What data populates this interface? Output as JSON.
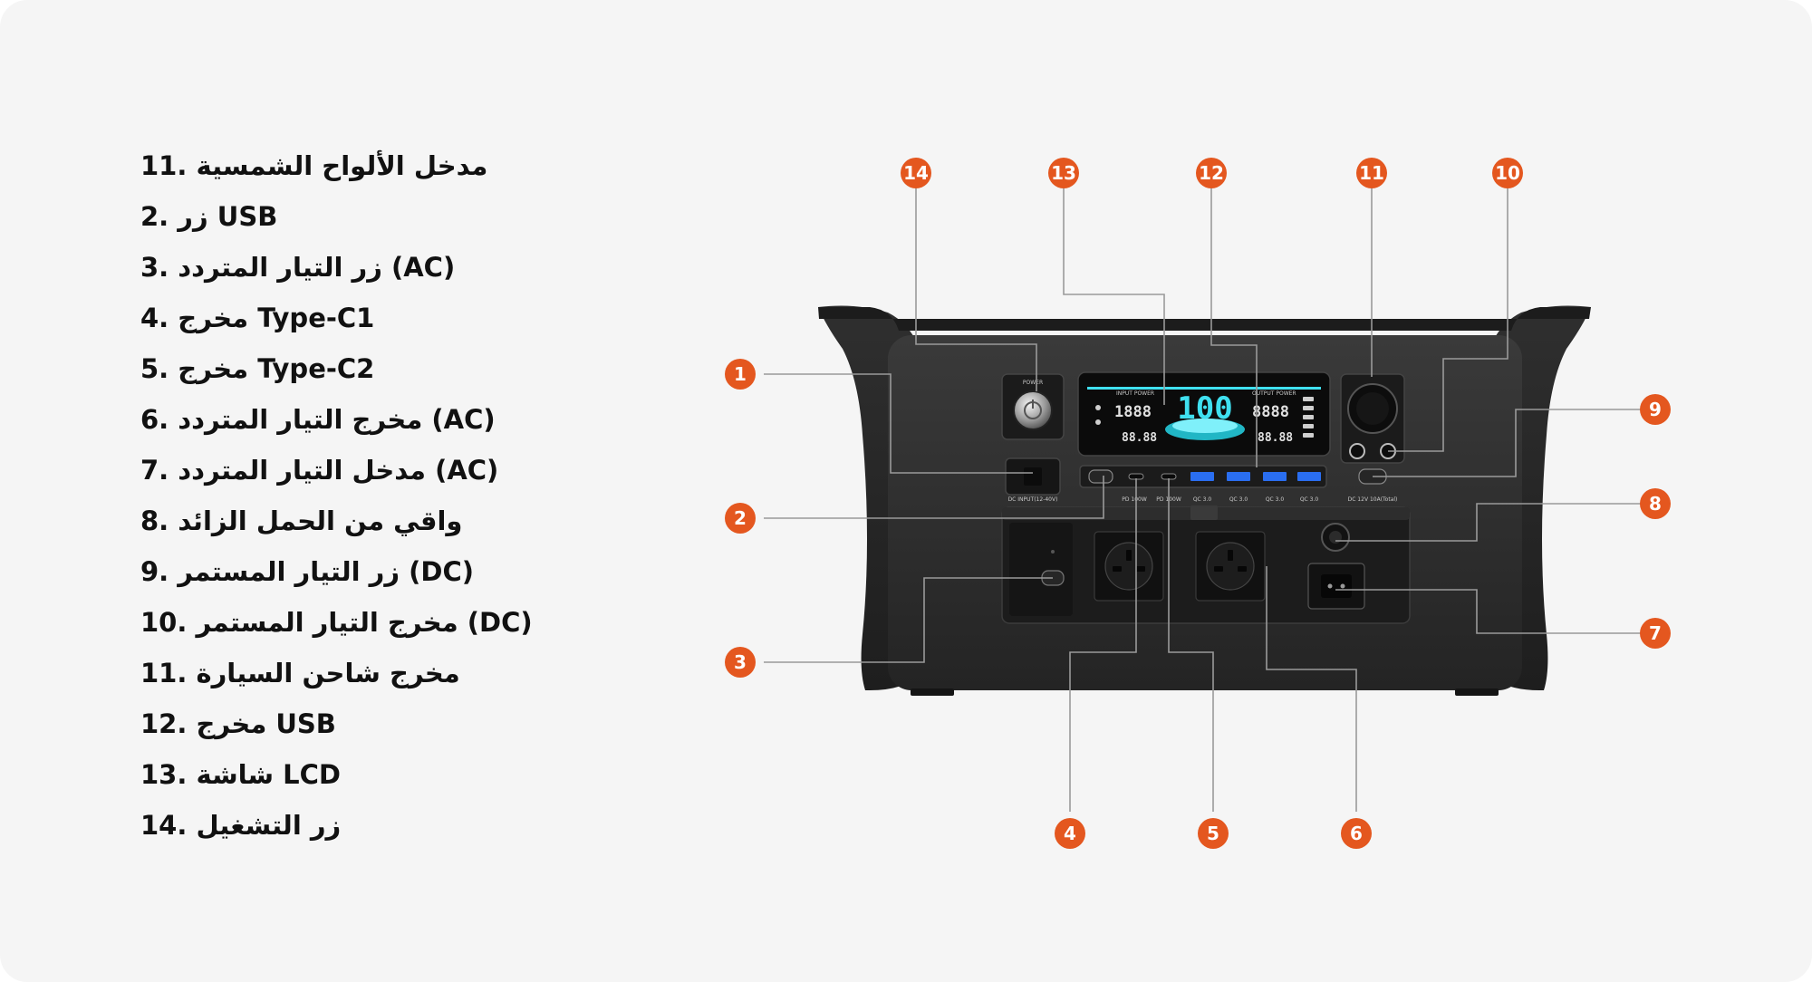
{
  "legend": [
    "11. مدخل الألواح الشمسية",
    "2. زر USB",
    "3. زر التيار المتردد (AC)",
    "4. مخرج Type-C1",
    "5. مخرج Type-C2",
    "6. مخرج التيار المتردد (AC)",
    "7. مدخل التيار المتردد (AC)",
    "8. واقي من الحمل الزائد",
    "9. زر التيار المستمر (DC)",
    "10. مخرج التيار المستمر (DC)",
    "11. مخرج شاحن السيارة",
    "12. مخرج USB",
    "13. شاشة LCD",
    "14. زر التشغيل"
  ],
  "markers": [
    "1",
    "2",
    "3",
    "4",
    "5",
    "6",
    "7",
    "8",
    "9",
    "10",
    "11",
    "12",
    "13",
    "14"
  ],
  "panel_labels": {
    "power": "POWER",
    "input_power": "INPUT POWER",
    "output_power": "OUTPUT POWER",
    "input_watts": "1888",
    "battery_percent": "100",
    "output_watts": "8888",
    "input_time": "88.88",
    "output_time": "88.88",
    "dc_input": "DC INPUT(12-40V)",
    "pd1": "PD 100W",
    "pd2": "PD 100W",
    "qc1": "QC 3.0",
    "qc2": "QC 3.0",
    "qc3": "QC 3.0",
    "qc4": "QC 3.0",
    "dc_output": "DC 12V 10A(Total)"
  },
  "colors": {
    "accent": "#e4571f",
    "lcd_cyan": "#3fe0f0",
    "body": "#2b2b2b"
  }
}
